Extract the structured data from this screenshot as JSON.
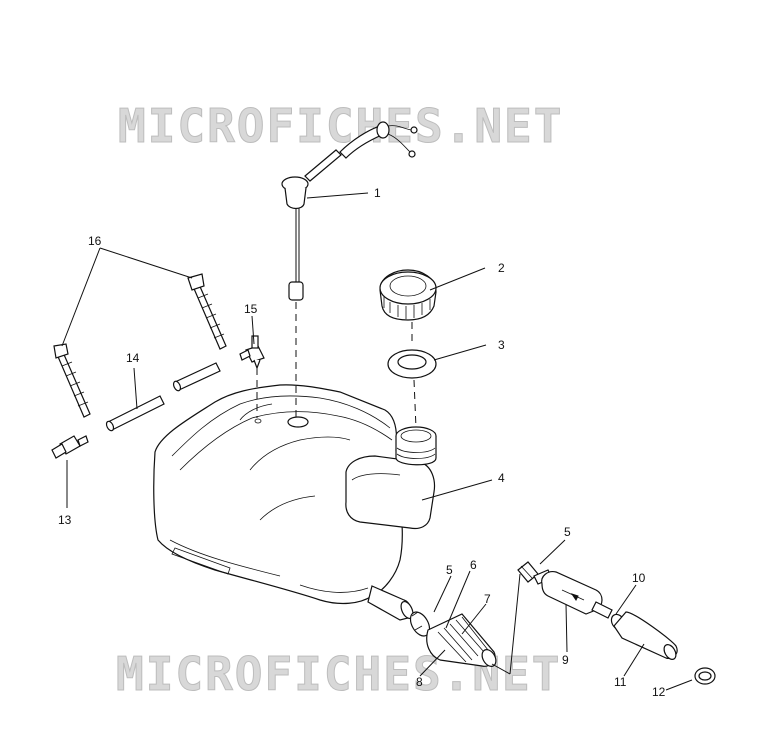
{
  "watermark": "MICROFICHES.NET",
  "callouts": [
    {
      "id": "c1",
      "label": "1"
    },
    {
      "id": "c2",
      "label": "2"
    },
    {
      "id": "c3",
      "label": "3"
    },
    {
      "id": "c4",
      "label": "4"
    },
    {
      "id": "c5a",
      "label": "5"
    },
    {
      "id": "c5b",
      "label": "5"
    },
    {
      "id": "c6",
      "label": "6"
    },
    {
      "id": "c7",
      "label": "7"
    },
    {
      "id": "c8",
      "label": "8"
    },
    {
      "id": "c9",
      "label": "9"
    },
    {
      "id": "c10",
      "label": "10"
    },
    {
      "id": "c11",
      "label": "11"
    },
    {
      "id": "c12",
      "label": "12"
    },
    {
      "id": "c13",
      "label": "13"
    },
    {
      "id": "c14",
      "label": "14"
    },
    {
      "id": "c15",
      "label": "15"
    },
    {
      "id": "c16",
      "label": "16"
    }
  ]
}
